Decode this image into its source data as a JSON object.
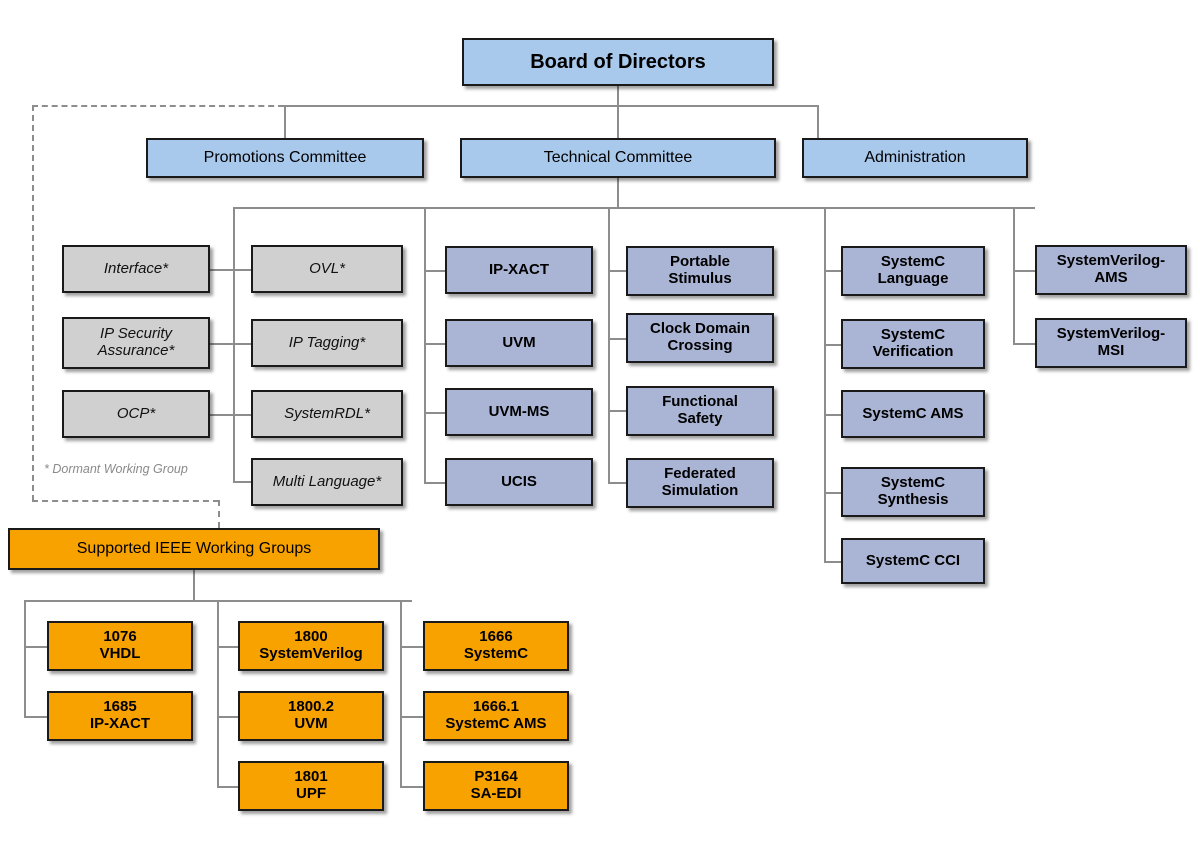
{
  "diagram": {
    "title_box": {
      "label": "Board of Directors"
    },
    "level2": [
      {
        "label": "Promotions Committee"
      },
      {
        "label": "Technical Committee"
      },
      {
        "label": "Administration"
      }
    ],
    "dormant_note": "* Dormant Working Group",
    "columns": {
      "dormant_col1": [
        {
          "label": "Interface*"
        },
        {
          "label": "IP Security\nAssurance*"
        },
        {
          "label": "OCP*"
        }
      ],
      "dormant_col2": [
        {
          "label": "OVL*"
        },
        {
          "label": "IP Tagging*"
        },
        {
          "label": "SystemRDL*"
        },
        {
          "label": "Multi Language*"
        }
      ],
      "standards_col": [
        {
          "label": "IP-XACT"
        },
        {
          "label": "UVM"
        },
        {
          "label": "UVM-MS"
        },
        {
          "label": "UCIS"
        }
      ],
      "methodology_col": [
        {
          "label": "Portable\nStimulus"
        },
        {
          "label": "Clock Domain\nCrossing"
        },
        {
          "label": "Functional\nSafety"
        },
        {
          "label": "Federated\nSimulation"
        }
      ],
      "systemc_col": [
        {
          "label": "SystemC\nLanguage"
        },
        {
          "label": "SystemC\nVerification"
        },
        {
          "label": "SystemC AMS"
        },
        {
          "label": "SystemC\nSynthesis"
        },
        {
          "label": "SystemC CCI"
        }
      ],
      "systemverilog_col": [
        {
          "label": "SystemVerilog-\nAMS"
        },
        {
          "label": "SystemVerilog-\nMSI"
        }
      ]
    },
    "ieee": {
      "header": {
        "label": "Supported IEEE Working Groups"
      },
      "col1": [
        {
          "label": "1076\nVHDL"
        },
        {
          "label": "1685\nIP-XACT"
        }
      ],
      "col2": [
        {
          "label": "1800\nSystemVerilog"
        },
        {
          "label": "1800.2\nUVM"
        },
        {
          "label": "1801\nUPF"
        }
      ],
      "col3": [
        {
          "label": "1666\nSystemC"
        },
        {
          "label": "1666.1\nSystemC AMS"
        },
        {
          "label": "P3164\nSA-EDI"
        }
      ]
    },
    "colors": {
      "blue": "#a8c8ec",
      "slate": "#aab4d4",
      "gray": "#d0d0d0",
      "orange": "#f8a200",
      "connector": "#8d8d8d",
      "border": "#1a1a1a",
      "note_text": "#8a8a8a"
    }
  }
}
